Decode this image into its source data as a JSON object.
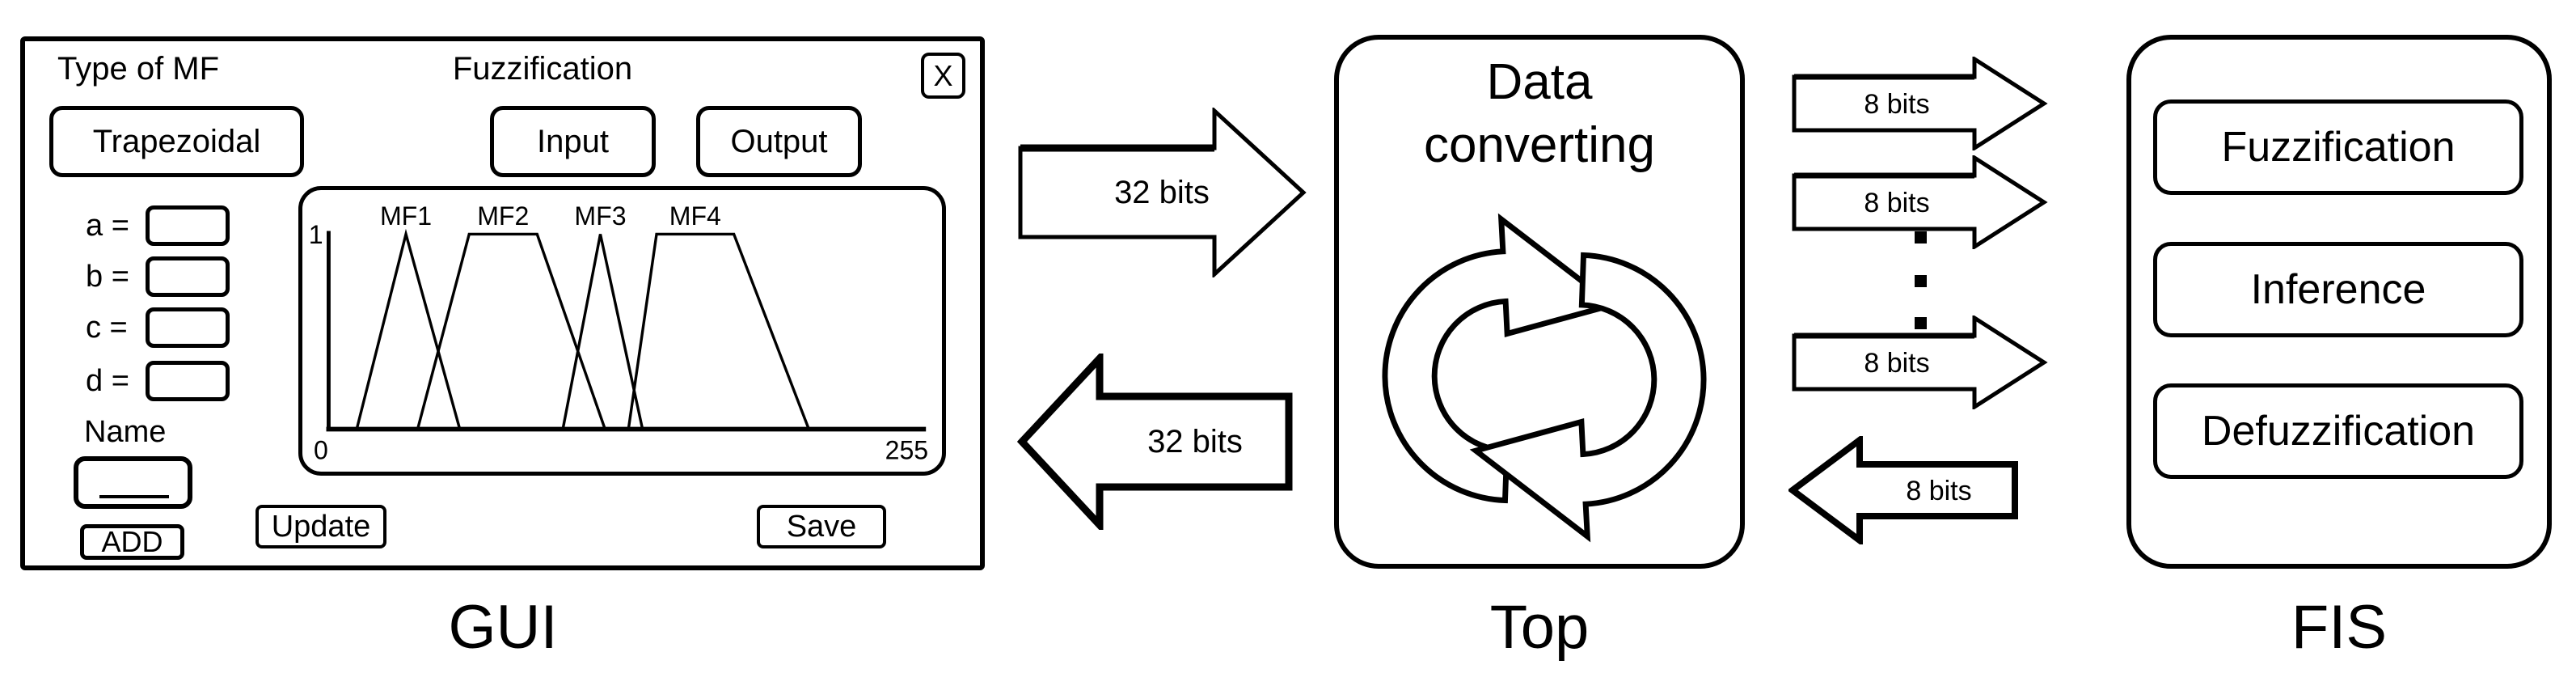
{
  "colors": {
    "ink": "#000000",
    "background": "#ffffff"
  },
  "gui": {
    "caption": "GUI",
    "header": {
      "type_of_mf": "Type of MF",
      "title": "Fuzzification",
      "close": "X"
    },
    "buttons": {
      "mf_type": "Trapezoidal",
      "input": "Input",
      "output": "Output",
      "add": "ADD",
      "update": "Update",
      "save": "Save"
    },
    "params": [
      {
        "label": "a ="
      },
      {
        "label": "b ="
      },
      {
        "label": "c ="
      },
      {
        "label": "d ="
      }
    ],
    "name_label": "Name",
    "name_value": ""
  },
  "chart_data": {
    "type": "line",
    "title": "",
    "xlabel": "",
    "ylabel": "",
    "xlim": [
      0,
      255
    ],
    "ylim": [
      0,
      1
    ],
    "x_tick_labels": [
      "0",
      "255"
    ],
    "y_tick_labels": [
      "1"
    ],
    "grid": false,
    "legend": "labels-above-peaks",
    "series": [
      {
        "name": "MF1",
        "shape": "triangle",
        "points": [
          [
            12,
            0
          ],
          [
            33,
            1
          ],
          [
            56,
            0
          ]
        ]
      },
      {
        "name": "MF2",
        "shape": "trapezoid",
        "points": [
          [
            38,
            0
          ],
          [
            60,
            1
          ],
          [
            89,
            1
          ],
          [
            118,
            0
          ]
        ]
      },
      {
        "name": "MF3",
        "shape": "triangle",
        "points": [
          [
            100,
            0
          ],
          [
            116,
            1
          ],
          [
            134,
            0
          ]
        ]
      },
      {
        "name": "MF4",
        "shape": "trapezoid",
        "points": [
          [
            128,
            0
          ],
          [
            140,
            1
          ],
          [
            173,
            1
          ],
          [
            205,
            0
          ]
        ]
      }
    ]
  },
  "flow": {
    "gui_to_top": "32 bits",
    "top_to_gui": "32 bits",
    "top_to_fis": [
      "8 bits",
      "8 bits",
      "8 bits"
    ],
    "fis_to_top": "8 bits"
  },
  "top_block": {
    "caption": "Top",
    "title_line1": "Data",
    "title_line2": "converting"
  },
  "fis_block": {
    "caption": "FIS",
    "stages": [
      "Fuzzification",
      "Inference",
      "Defuzzification"
    ]
  }
}
